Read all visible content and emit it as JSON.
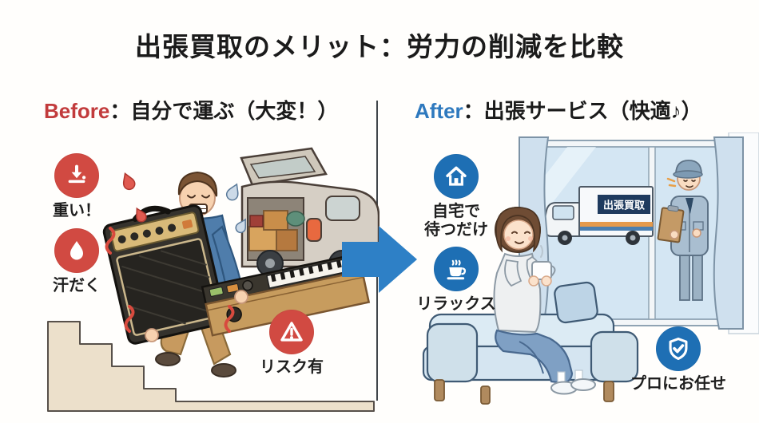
{
  "title": "出張買取のメリット：労力の削減を比較",
  "before": {
    "label": "Before",
    "heading_rest": "：自分で運ぶ（大変！）",
    "badges": [
      {
        "icon": "heavy-weight-down-icon",
        "label": "重い！"
      },
      {
        "icon": "sweat-drop-icon",
        "label": "汗だく"
      },
      {
        "icon": "risk-warning-icon",
        "label": "リスク有"
      }
    ]
  },
  "after": {
    "label": "After",
    "heading_rest": "：出張サービス（快適♪）",
    "badges": [
      {
        "icon": "home-icon",
        "lines": [
          "自宅で",
          "待つだけ"
        ]
      },
      {
        "icon": "coffee-relax-icon",
        "label": "リラックス"
      },
      {
        "icon": "shield-check-icon",
        "label": "プロにお任せ"
      }
    ]
  },
  "truck_sign": "出張買取",
  "colors": {
    "before-accent": "#c23b3c",
    "after-accent": "#2e79be",
    "badge-red": "#d14a42",
    "badge-blue": "#1e6fb4",
    "arrow": "#2e80c6",
    "divider": "#41464b"
  }
}
